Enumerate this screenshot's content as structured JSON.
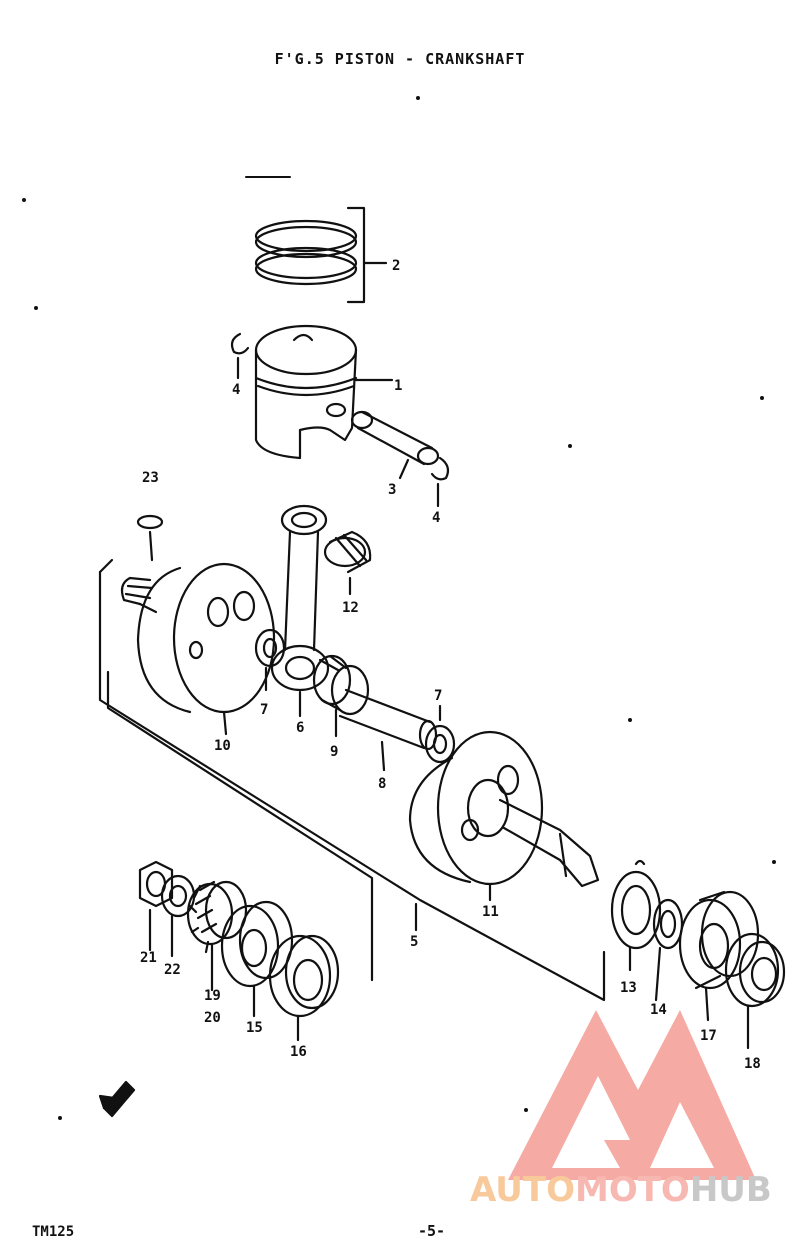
{
  "title": "F'G.5  PISTON - CRANKSHAFT",
  "footer": {
    "model": "TM125",
    "page": "-5-"
  },
  "callouts": [
    "1",
    "2",
    "3",
    "4",
    "4",
    "5",
    "6",
    "7",
    "7",
    "8",
    "9",
    "10",
    "11",
    "12",
    "13",
    "14",
    "15",
    "16",
    "17",
    "18",
    "19",
    "20",
    "21",
    "22",
    "23"
  ],
  "watermark": {
    "part1": "AUTO",
    "part2": "MOTO",
    "part3": "HUB"
  },
  "colors": {
    "ink": "#111111",
    "watermark_triangle": "#f4a19a",
    "watermark_orange": "#f8c99a",
    "watermark_grey": "#c8c8c8"
  }
}
